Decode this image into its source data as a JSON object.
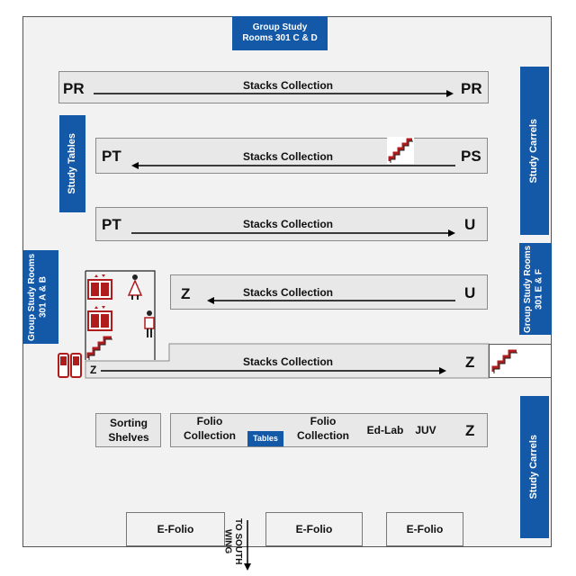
{
  "rooms": {
    "group_study_cd": "Group Study Rooms 301 C & D",
    "group_study_ab": "Group Study Rooms 301 A & B",
    "group_study_ef": "Group Study Rooms 301 E & F",
    "study_tables": "Study Tables",
    "study_carrels_top": "Study Carrels",
    "study_carrels_bottom": "Study Carrels"
  },
  "rows": [
    {
      "label": "Stacks Collection",
      "start": "PR",
      "end": "PR"
    },
    {
      "label": "Stacks Collection",
      "start": "PT",
      "end": "PS"
    },
    {
      "label": "Stacks Collection",
      "start": "PT",
      "end": "U"
    },
    {
      "label": "Stacks Collection",
      "start": "Z",
      "end": "U"
    },
    {
      "label": "Stacks Collection",
      "start": "Z",
      "end": "Z"
    }
  ],
  "bottom_row": {
    "sorting": "Sorting Shelves",
    "folio1": "Folio Collection",
    "tables": "Tables",
    "folio2": "Folio Collection",
    "edlab": "Ed-Lab",
    "juv": "JUV",
    "z": "Z"
  },
  "efolio": [
    "E-Folio",
    "E-Folio",
    "E-Folio"
  ],
  "south_wing": "TO SOUTH WING",
  "colors": {
    "accent": "#1359a8",
    "stair": "#b01c1c"
  },
  "icons": [
    "stairs-icon",
    "elevator-icon",
    "womens-restroom-icon",
    "mens-restroom-icon",
    "phone-icon"
  ]
}
